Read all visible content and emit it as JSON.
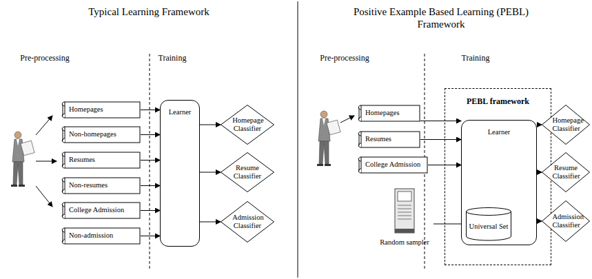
{
  "diagram": {
    "nodes": [
      {
        "text": [
          "Homepages"
        ]
      },
      {
        "text": [
          "Non-homepages"
        ]
      },
      {
        "text": [
          "Resumes"
        ]
      },
      {
        "text": [
          "Non-resumes"
        ]
      },
      {
        "text": [
          "College Admission"
        ]
      },
      {
        "text": [
          "Non-admission"
        ]
      },
      {
        "text": [
          "Learner"
        ]
      },
      {
        "text": [
          "Homepage Classifier"
        ]
      },
      {
        "text": [
          "Resume Classifier"
        ]
      },
      {
        "text": [
          "Admission Classifier"
        ]
      },
      {
        "text": [
          "Homepages"
        ]
      },
      {
        "text": [
          "Resumes"
        ]
      },
      {
        "text": [
          "College Admission"
        ]
      },
      {
        "text": [
          "PEBL framework"
        ]
      },
      {
        "text": [
          "Learner"
        ],
        "in": 13
      },
      {
        "text": [
          "Universal Set"
        ],
        "in": 14
      },
      {
        "text": [
          "Homepage Classifier"
        ]
      },
      {
        "text": [
          "Resume Classifier"
        ]
      },
      {
        "text": [
          "Admission Classifier"
        ]
      },
      {
        "text": [
          "Random sampler"
        ]
      }
    ],
    "edges": [
      {
        "from": 0,
        "to": 6,
        "arrow": "to"
      },
      {
        "from": 1,
        "to": 6,
        "arrow": "to"
      },
      {
        "from": 2,
        "to": 6,
        "arrow": "to"
      },
      {
        "from": 3,
        "to": 6,
        "arrow": "to"
      },
      {
        "from": 4,
        "to": 6,
        "arrow": "to"
      },
      {
        "from": 5,
        "to": 6,
        "arrow": "to"
      },
      {
        "from": 6,
        "to": 7,
        "arrow": "to"
      },
      {
        "from": 6,
        "to": 8,
        "arrow": "to"
      },
      {
        "from": 6,
        "to": 9,
        "arrow": "to"
      },
      {
        "from": 10,
        "to": 14,
        "arrow": "to"
      },
      {
        "from": 11,
        "to": 14,
        "arrow": "to"
      },
      {
        "from": 12,
        "to": 14,
        "arrow": "to"
      },
      {
        "from": 19,
        "to": 15,
        "arrow": "to"
      },
      {
        "from": 14,
        "to": 16,
        "arrow": "to"
      },
      {
        "from": 14,
        "to": 17,
        "arrow": "to"
      },
      {
        "from": 14,
        "to": 18,
        "arrow": "to"
      }
    ],
    "labels": [
      "Typical Learning Framework",
      "Positive Example Based Learning (PEBL) Framework",
      "Pre-processing",
      "Training",
      "Pre-processing",
      "Training"
    ]
  }
}
